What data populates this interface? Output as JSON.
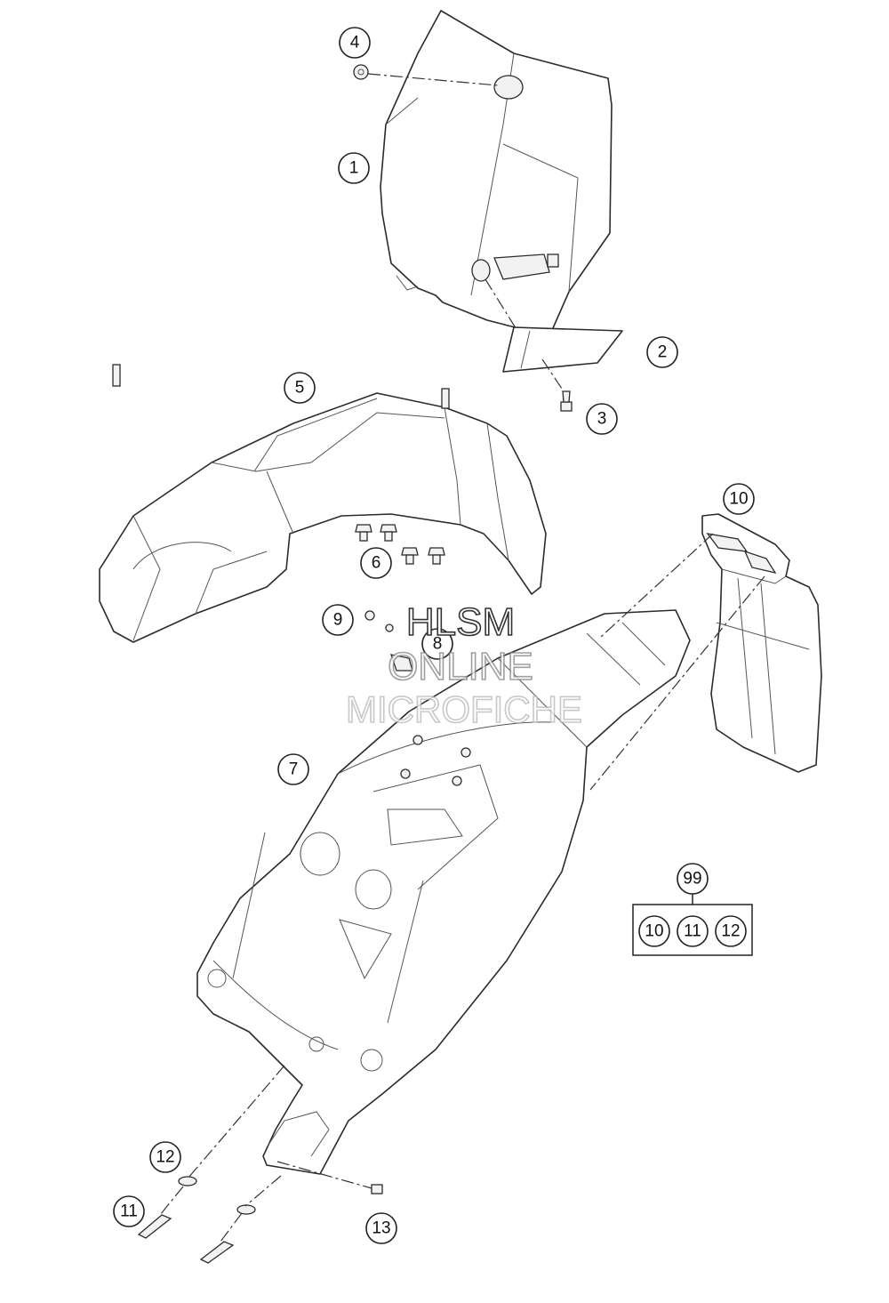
{
  "callouts": {
    "c1": "1",
    "c2": "2",
    "c3": "3",
    "c4": "4",
    "c5": "5",
    "c6": "6",
    "c7": "7",
    "c8": "8",
    "c9": "9",
    "c10": "10",
    "c11": "11",
    "c12": "12",
    "c13": "13",
    "c99": "99"
  },
  "kit": {
    "label": "99",
    "items": [
      "10",
      "11",
      "12"
    ]
  },
  "watermark": {
    "line1": "HLSM",
    "line2": "ONLINE",
    "line3": "MICROFICHE"
  },
  "colors": {
    "line": "#2b2b2b",
    "watermark_dark": "#333333",
    "watermark_light": "#bbbbbb"
  }
}
